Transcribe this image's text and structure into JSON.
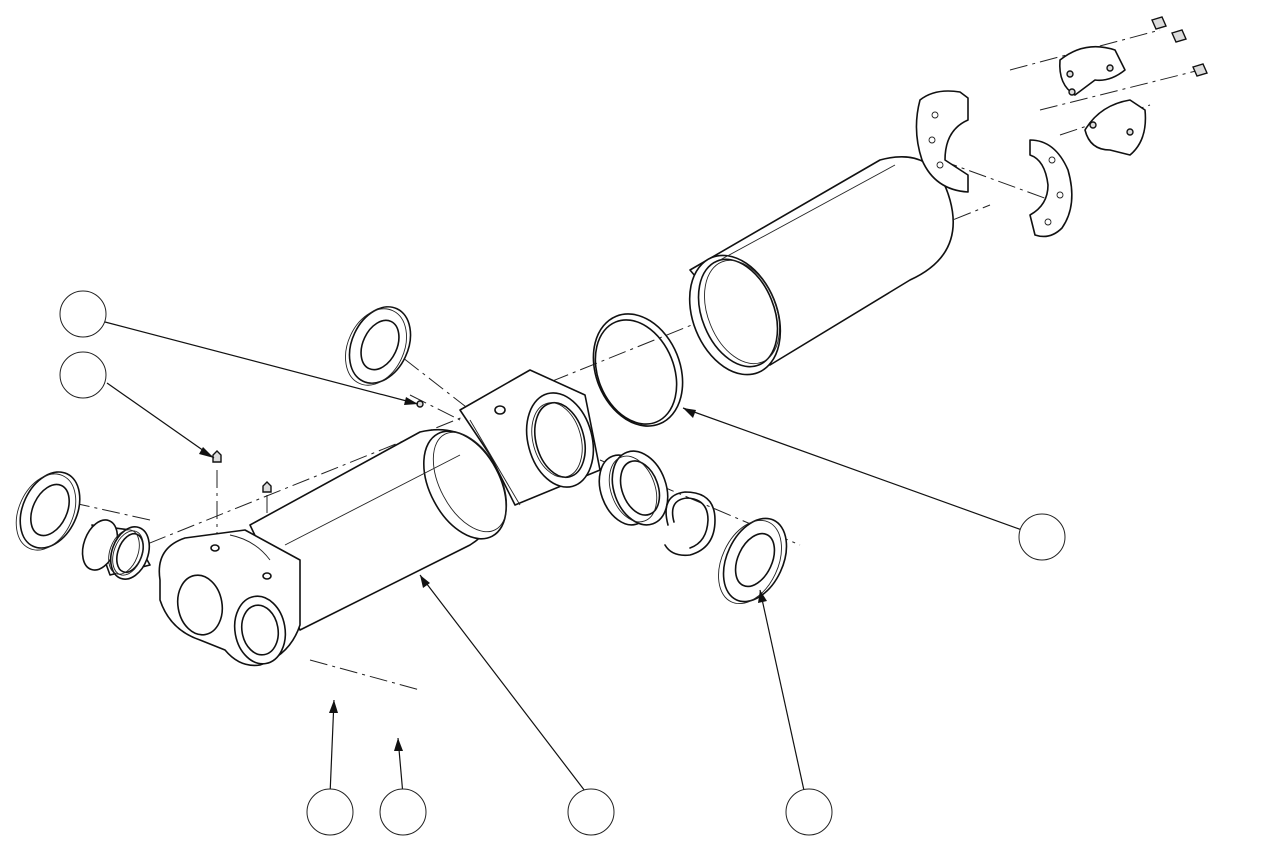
{
  "diagram": {
    "type": "exploded-assembly-drawing",
    "colors": {
      "line": "#111111",
      "background": "#ffffff",
      "shade": "#dcdcdc"
    },
    "callouts": [
      {
        "id": "callout-1",
        "label": ""
      },
      {
        "id": "callout-2",
        "label": ""
      },
      {
        "id": "callout-3",
        "label": ""
      },
      {
        "id": "callout-4",
        "label": ""
      },
      {
        "id": "callout-5",
        "label": ""
      },
      {
        "id": "callout-6",
        "label": ""
      },
      {
        "id": "callout-7",
        "label": ""
      }
    ]
  }
}
